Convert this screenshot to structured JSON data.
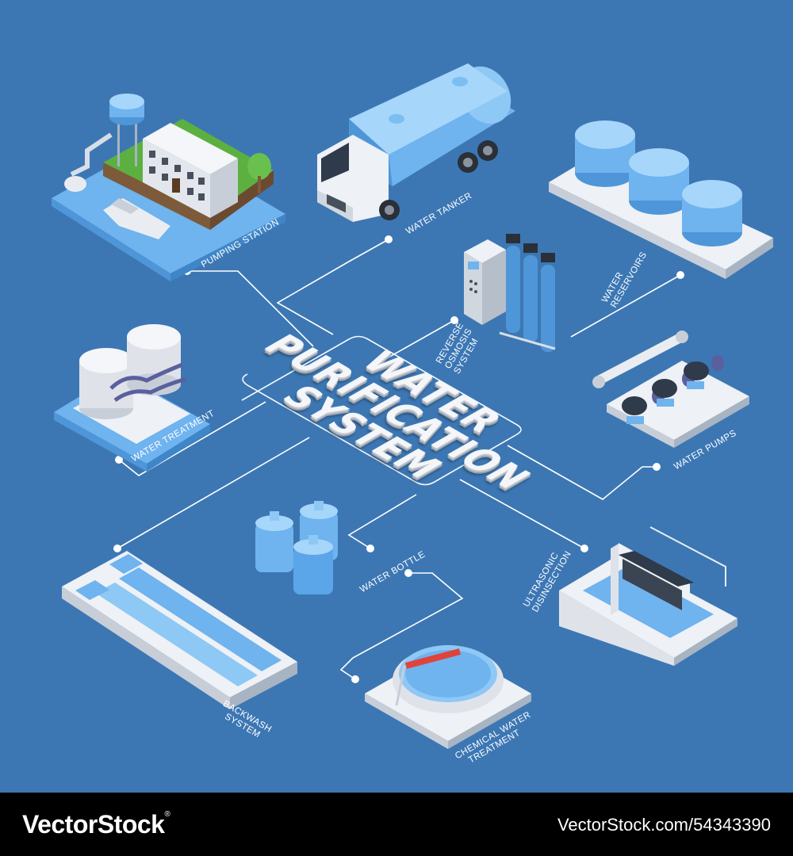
{
  "diagram": {
    "title_lines": [
      "WATER",
      "PURIFICATION",
      "SYSTEM"
    ],
    "labels": {
      "pumping_station": "PUMPING STATION",
      "water_tanker": "WATER TANKER",
      "water_reservoirs": [
        "WATER",
        "RESERVOIRS"
      ],
      "reverse_osmosis": [
        "REVERSE",
        "OSMOSIS",
        "SYSTEM"
      ],
      "water_treatment": "WATER TREATMENT",
      "water_pumps": "WATER PUMPS",
      "water_bottle": "WATER BOTTLE",
      "ultrasonic": [
        "ULTRASONIC",
        "DISINSECTION"
      ],
      "backwash": [
        "BACKWASH",
        "SYSTEM"
      ],
      "chemical": [
        "CHEMICAL WATER",
        "TREATMENT"
      ]
    },
    "colors": {
      "background": "#3c77b4",
      "water": "#6fb3ef",
      "tank": "#8ec8f5",
      "building": "#eef1f5",
      "line": "#ffffff"
    }
  },
  "footer": {
    "brand": "VectorStock",
    "registered": "®",
    "image_id": "VectorStock.com/54343390"
  }
}
